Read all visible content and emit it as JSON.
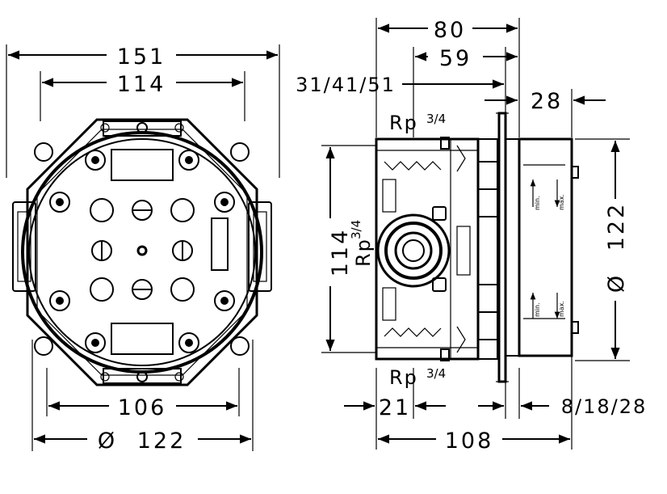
{
  "front_view": {
    "dims": {
      "overall_width": "151",
      "inner_width": "114",
      "lower_width": "106",
      "diameter_symbol": "Ø",
      "diameter": "122"
    }
  },
  "side_view": {
    "dims": {
      "total_depth": "80",
      "depth_59": "59",
      "depth_options": "31/41/51",
      "plate_28": "28",
      "height_114": "114",
      "height_rp": "Rp",
      "height_rp_fraction": "3/4",
      "diameter_symbol": "Ø",
      "diameter": "122",
      "offset_21": "21",
      "base_108": "108",
      "offset_options": "8/18/28"
    },
    "thread_top": "Rp",
    "thread_top_fraction": "3/4",
    "thread_bottom": "Rp",
    "thread_bottom_fraction": "3/4",
    "scale_min": "min.",
    "scale_max": "max."
  }
}
